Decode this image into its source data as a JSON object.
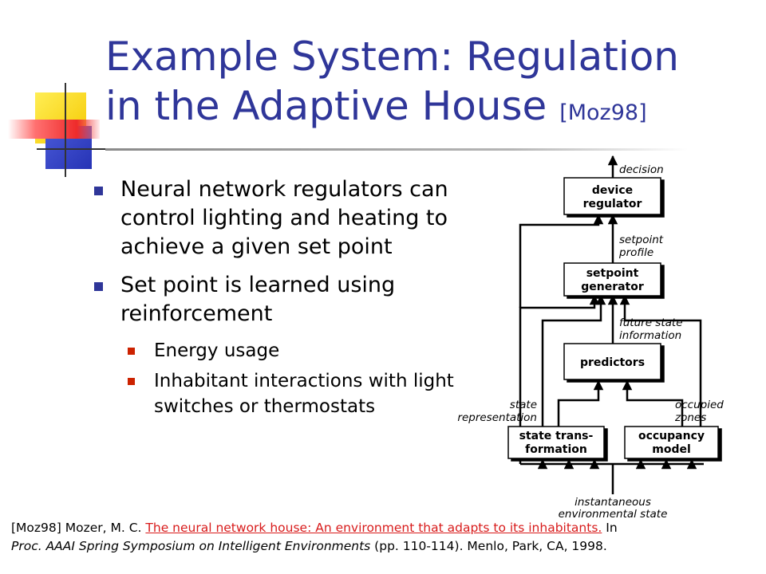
{
  "title": {
    "line1": "Example System: Regulation",
    "line2": "in the Adaptive House",
    "citation": "[Moz98]"
  },
  "bullets": [
    {
      "text": "Neural network regulators can control lighting and heating to achieve a given set point"
    },
    {
      "text": "Set point is learned using reinforcement",
      "sub": [
        "Energy usage",
        "Inhabitant interactions with light switches or thermostats"
      ]
    }
  ],
  "diagram": {
    "boxes": {
      "device_regulator": [
        "device",
        "regulator"
      ],
      "setpoint_generator": [
        "setpoint",
        "generator"
      ],
      "predictors": [
        "predictors"
      ],
      "state_transformation": [
        "state trans-",
        "formation"
      ],
      "occupancy_model": [
        "occupancy",
        "model"
      ]
    },
    "labels": {
      "decision": [
        "decision"
      ],
      "setpoint_profile": [
        "setpoint",
        "profile"
      ],
      "future_state_information": [
        "future state",
        "information"
      ],
      "state_representation": [
        "state",
        "representation"
      ],
      "occupied_zones": [
        "occupied",
        "zones"
      ],
      "instantaneous_environmental_state": [
        "instantaneous",
        "environmental state"
      ]
    }
  },
  "footnote": {
    "prefix": "[Moz98] Mozer, M. C. ",
    "link": "The neural network house: An environment that adapts to its inhabitants.",
    "after_link": " In",
    "venue": "Proc. AAAI Spring Symposium on Intelligent Environments",
    "rest": " (pp. 110-114). Menlo, Park, CA, 1998."
  },
  "colors": {
    "title": "#2f3699",
    "bullet_main": "#2f3699",
    "bullet_sub": "#cc2200",
    "link": "#d81b1b"
  }
}
